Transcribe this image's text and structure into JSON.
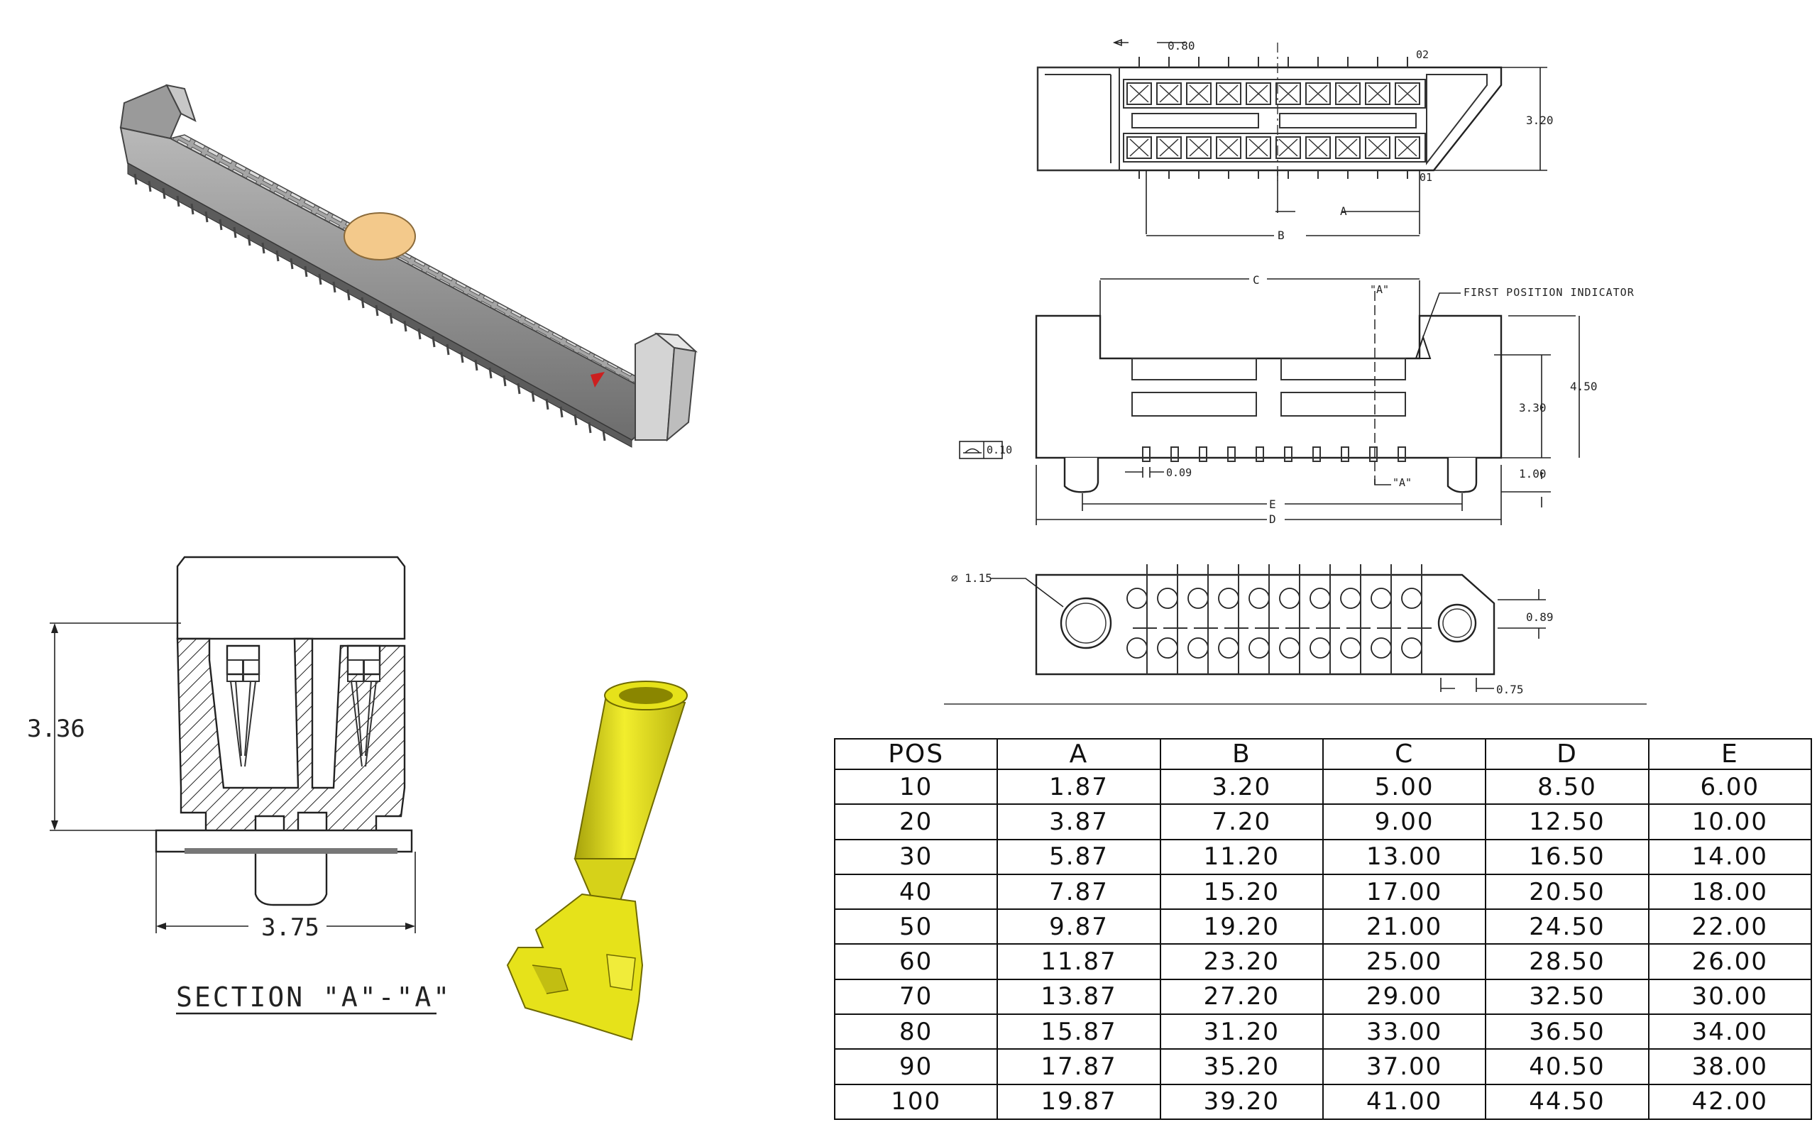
{
  "top_view": {
    "dim_pitch": "0.80",
    "dim_02": "02",
    "dim_01": "01",
    "dim_height": "3.20",
    "dim_a": "A",
    "dim_b": "B"
  },
  "side_view": {
    "dim_c": "C",
    "label_a_top": "\"A\"",
    "label_a_bottom": "\"A\"",
    "first_position": "FIRST POSITION INDICATOR",
    "dim_330": "3.30",
    "dim_450": "4.50",
    "dim_100": "1.00",
    "flatness": "0.10",
    "dim_009": "0.09",
    "dim_e": "E",
    "dim_d": "D"
  },
  "bottom_view": {
    "dim_hole": "⌀ 1.15",
    "dim_089": "0.89",
    "dim_075": "0.75"
  },
  "section": {
    "dim_height": "3.36",
    "dim_width": "3.75",
    "title": "SECTION \"A\"-\"A\""
  },
  "table": {
    "headers": [
      "POS",
      "A",
      "B",
      "C",
      "D",
      "E"
    ],
    "rows": [
      [
        "10",
        "1.87",
        "3.20",
        "5.00",
        "8.50",
        "6.00"
      ],
      [
        "20",
        "3.87",
        "7.20",
        "9.00",
        "12.50",
        "10.00"
      ],
      [
        "30",
        "5.87",
        "11.20",
        "13.00",
        "16.50",
        "14.00"
      ],
      [
        "40",
        "7.87",
        "15.20",
        "17.00",
        "20.50",
        "18.00"
      ],
      [
        "50",
        "9.87",
        "19.20",
        "21.00",
        "24.50",
        "22.00"
      ],
      [
        "60",
        "11.87",
        "23.20",
        "25.00",
        "28.50",
        "26.00"
      ],
      [
        "70",
        "13.87",
        "27.20",
        "29.00",
        "32.50",
        "30.00"
      ],
      [
        "80",
        "15.87",
        "31.20",
        "33.00",
        "36.50",
        "34.00"
      ],
      [
        "90",
        "17.87",
        "35.20",
        "37.00",
        "40.50",
        "38.00"
      ],
      [
        "100",
        "19.87",
        "39.20",
        "41.00",
        "44.50",
        "42.00"
      ]
    ]
  },
  "colors": {
    "connector_body": "#8c8c8c",
    "marker_dot": "#f3c98b",
    "contact_yellow": "#e6e21a",
    "indicator_red": "#cc1f1f"
  }
}
